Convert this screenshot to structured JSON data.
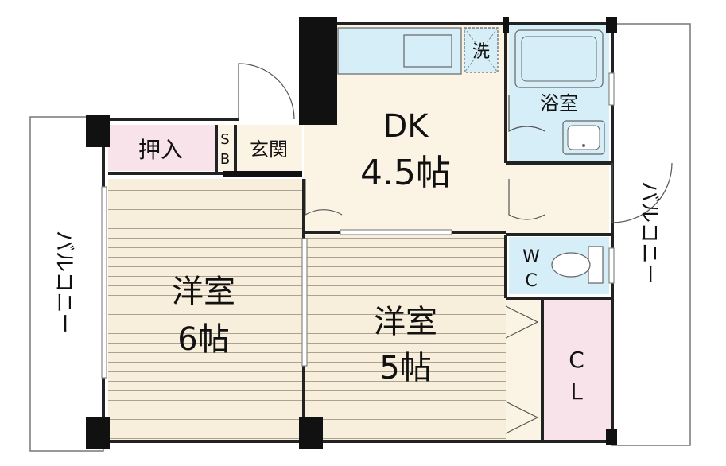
{
  "rooms": {
    "dk": {
      "name": "DK",
      "size": "4.5帖"
    },
    "western_6": {
      "name": "洋室",
      "size": "6帖"
    },
    "western_5": {
      "name": "洋室",
      "size": "5帖"
    },
    "bath": {
      "name": "浴室"
    },
    "entrance": {
      "name": "玄関"
    },
    "closet_oshiire": {
      "name": "押入"
    },
    "shoe_box": {
      "line1": "S",
      "line2": "B"
    },
    "toilet": {
      "line1": "W",
      "line2": "C"
    },
    "closet": {
      "line1": "C",
      "line2": "L"
    },
    "washer": {
      "name": "洗"
    }
  },
  "balcony_left": {
    "name": "バルコニー"
  },
  "balcony_right": {
    "name": "バルコニー"
  },
  "colors": {
    "wall": "#111111",
    "floor_beige": "#fbf4e4",
    "wood_floor": "#f7eedb",
    "pink": "#f8e3ea",
    "blue": "#d6eef8",
    "line": "#555555"
  }
}
